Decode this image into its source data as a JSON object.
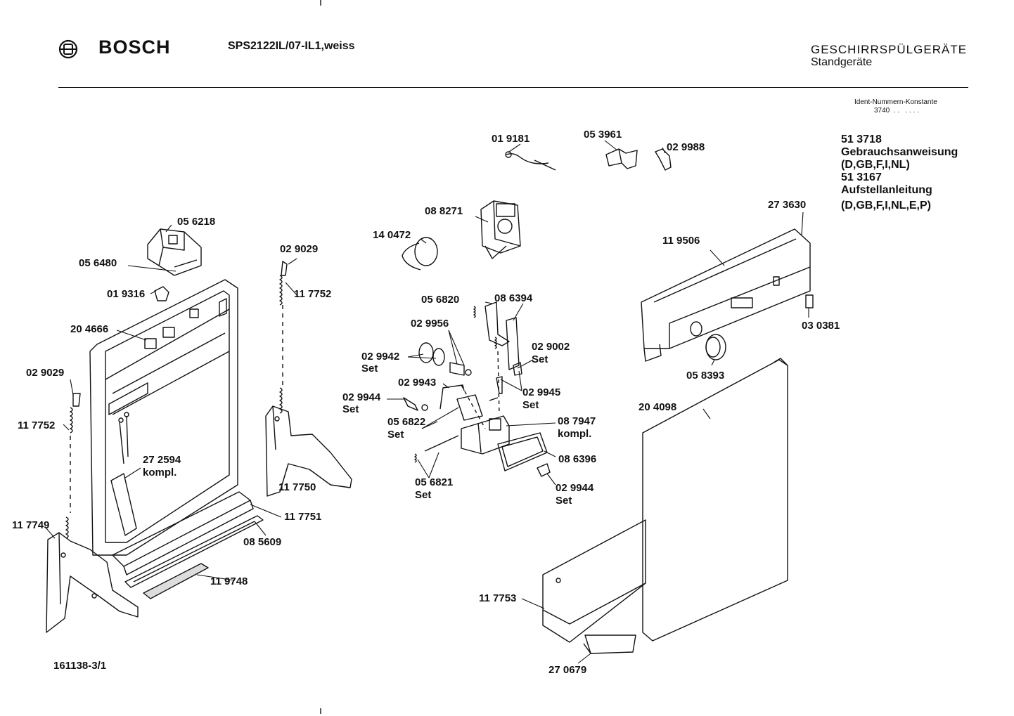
{
  "header": {
    "brand": "BOSCH",
    "model": "SPS2122IL/07-IL1,weiss",
    "category": "GESCHIRRSPÜLGERÄTE",
    "subcategory": "Standgeräte",
    "ident_label": "Ident-Nummern-Konstante",
    "ident_value": "3740  . .   . . . ."
  },
  "documents": {
    "line1": "51 3718",
    "line2": "Gebrauchsanweisung",
    "line3": "(D,GB,F,I,NL)",
    "line4": "51 3167",
    "line5": "Aufstellanleitung",
    "line6": "(D,GB,F,I,NL,E,P)"
  },
  "parts": {
    "p019181": "01 9181",
    "p053961": "05 3961",
    "p029988": "02 9988",
    "p088271": "08 8271",
    "p140472": "14 0472",
    "p056218": "05 6218",
    "p056480": "05 6480",
    "p019316": "01 9316",
    "p204666": "20 4666",
    "p029029_top": "02 9029",
    "p117752_top": "11 7752",
    "p029029_left": "02 9029",
    "p117752_left": "11 7752",
    "p272594": "27 2594",
    "p272594_b": "kompl.",
    "p117750": "11 7750",
    "p117751": "11 7751",
    "p085609": "08 5609",
    "p119748": "11 9748",
    "p117749": "11 7749",
    "p056820": "05 6820",
    "p086394": "08 6394",
    "p029956": "02 9956",
    "p029942": "02 9942",
    "p029942_b": "Set",
    "p029002": "02 9002",
    "p029002_b": "Set",
    "p029943": "02 9943",
    "p029945": "02 9945",
    "p029945_b": "Set",
    "p029944a": "02 9944",
    "p029944a_b": "Set",
    "p056822": "05 6822",
    "p056822_b": "Set",
    "p087947": "08 7947",
    "p087947_b": "kompl.",
    "p086396": "08 6396",
    "p056821": "05 6821",
    "p056821_b": "Set",
    "p029944b": "02 9944",
    "p029944b_b": "Set",
    "p273630": "27 3630",
    "p119506": "11 9506",
    "p030381": "03 0381",
    "p058393": "05 8393",
    "p204098": "20 4098",
    "p117753": "11 7753",
    "p270679": "27 0679"
  },
  "footer": {
    "drawing_number": "161138-3/1"
  }
}
